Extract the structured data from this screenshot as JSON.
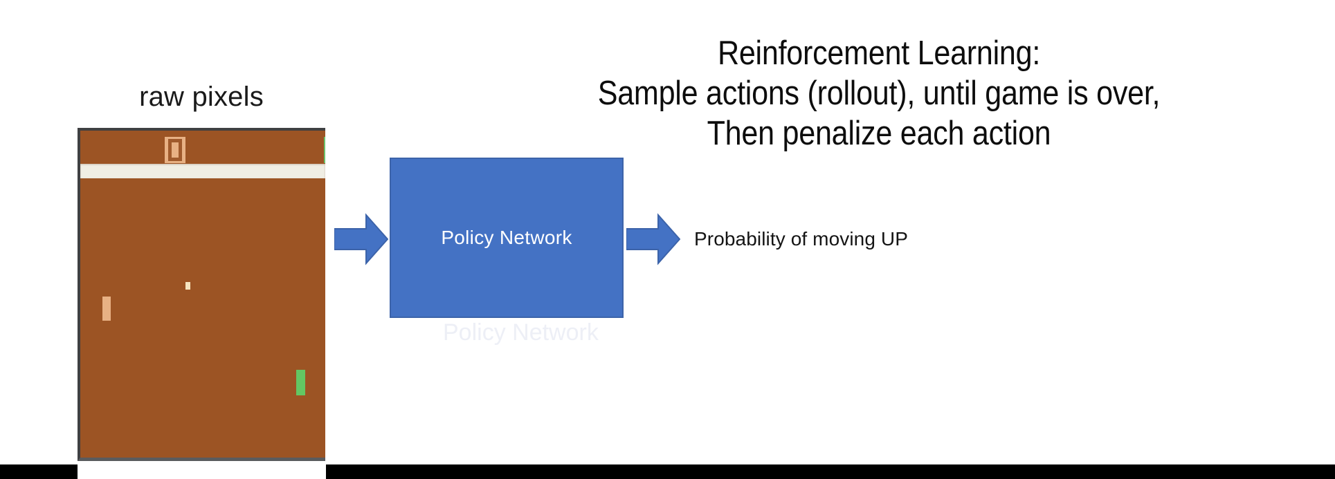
{
  "slide": {
    "background_color": "#ffffff",
    "bottom_bar_color": "#000000"
  },
  "game_panel": {
    "caption": "raw pixels",
    "game": "Pong",
    "board_color": "#9c5424",
    "net_line_color": "#f0eee4",
    "score_left": "0",
    "score_right": "0",
    "score_left_color": "#e8b184",
    "score_right_color": "#6cc26c",
    "paddle_left_color": "#e8b184",
    "paddle_right_color": "#63c763",
    "ball_color": "#f6e5c0"
  },
  "title": {
    "line1": "Reinforcement Learning:",
    "line2": "Sample actions (rollout), until game is over,",
    "line3": "Then penalize each action"
  },
  "diagram": {
    "input_arrow": "right-arrow",
    "policy_box": {
      "label": "Policy Network",
      "fill_color": "#4472c4",
      "border_color": "#3c63a9",
      "text_color": "#ffffff"
    },
    "output_arrow": "right-arrow",
    "output_label": "Probability of moving UP",
    "ghost_text": "Policy Network"
  }
}
